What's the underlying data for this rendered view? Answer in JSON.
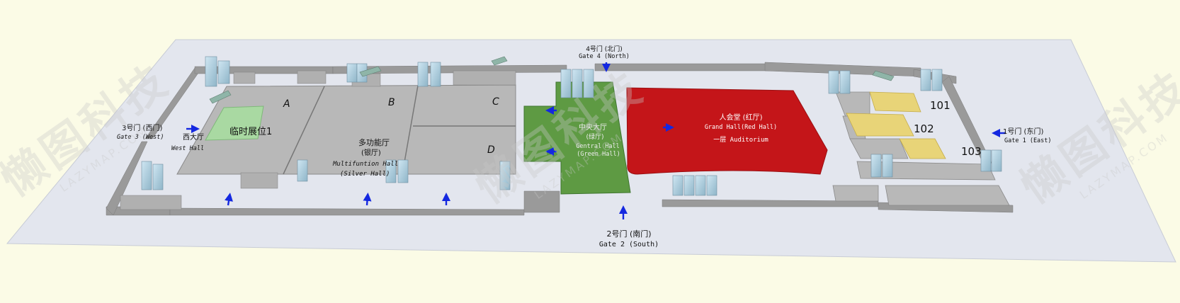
{
  "watermark": {
    "brand": "懒图科技",
    "url": "LAZYMAP.COM"
  },
  "zones": {
    "hall_a": "A",
    "hall_b": "B",
    "hall_c": "C",
    "hall_d": "D",
    "temp_booth": "临时展位1",
    "multifunction_cn": "多功能厅",
    "multifunction_sub": "(银厅)",
    "multifunction_en": "Multifuntion Hall",
    "multifunction_en_sub": "(Silver Hall)",
    "central_cn": "中央大厅",
    "central_sub": "(绿厅)",
    "central_en": "Gentral Hall",
    "central_en_sub": "(Green Hall)",
    "grand_cn": "人会堂 (红厅)",
    "grand_en": "Grand Hall(Red Hall)",
    "grand_floor": "一层 Auditorium",
    "room_101": "101",
    "room_102": "102",
    "room_103": "103",
    "west_hall_cn": "西大厅",
    "west_hall_en": "West Hall"
  },
  "gates": {
    "gate1_cn": "1号门 (东门)",
    "gate1_en": "Gate 1 (East)",
    "gate2_cn": "2号门 (南门)",
    "gate2_en": "Gate 2 (South)",
    "gate3_cn": "3号门 (西门)",
    "gate3_en": "Gate 3 (West)",
    "gate4_cn": "4号门 (北门)",
    "gate4_en": "Gate 4 (North)"
  },
  "colors": {
    "floor": "#e3e6ee",
    "wall": "#8e8e8e",
    "hall_gray": "#b8b8b8",
    "green_hall": "#5e9a43",
    "red_hall": "#c41519",
    "room_yellow": "#e8d478",
    "booth_green": "#a9d9a2",
    "arrow_blue": "#1428e0",
    "background": "#fbfbe6"
  }
}
